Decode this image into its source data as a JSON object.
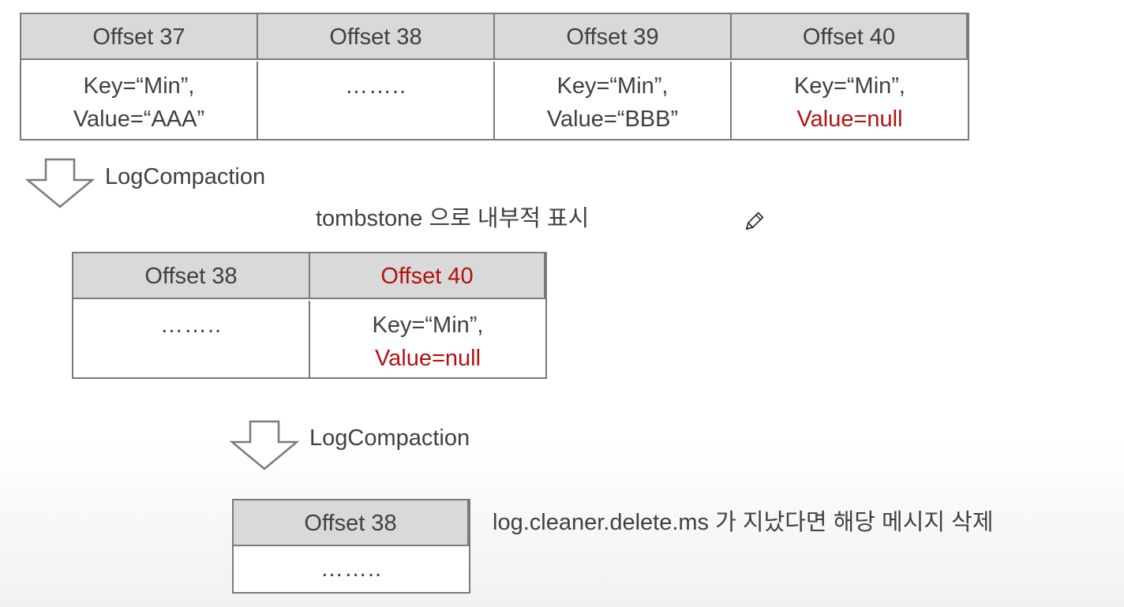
{
  "table1": {
    "headers": [
      "Offset 37",
      "Offset 38",
      "Offset 39",
      "Offset 40"
    ],
    "cells": [
      {
        "line1": "Key=“Min”,",
        "line2": "Value=“AAA”"
      },
      {
        "line1": "……..",
        "line2": ""
      },
      {
        "line1": "Key=“Min”,",
        "line2": "Value=“BBB”"
      },
      {
        "line1": "Key=“Min”,",
        "line2": "Value=null"
      }
    ]
  },
  "step1": {
    "label": "LogCompaction",
    "note": "tombstone 으로 내부적 표시"
  },
  "table2": {
    "headers": [
      "Offset 38",
      "Offset 40"
    ],
    "cells": [
      {
        "line1": "……..",
        "line2": ""
      },
      {
        "line1": "Key=“Min”,",
        "line2": "Value=null"
      }
    ]
  },
  "step2": {
    "label": "LogCompaction"
  },
  "table3": {
    "headers": [
      "Offset 38"
    ],
    "cells": [
      {
        "line1": "……..",
        "line2": ""
      }
    ]
  },
  "note2": "log.cleaner.delete.ms 가 지났다면 해당 메시지 삭제",
  "colors": {
    "header_bg": "#d9d9d9",
    "border": "#7a7a7a",
    "highlight_red": "#b3110f",
    "text": "#404040"
  },
  "icons": [
    "down-arrow-icon",
    "pencil-cursor-icon"
  ]
}
